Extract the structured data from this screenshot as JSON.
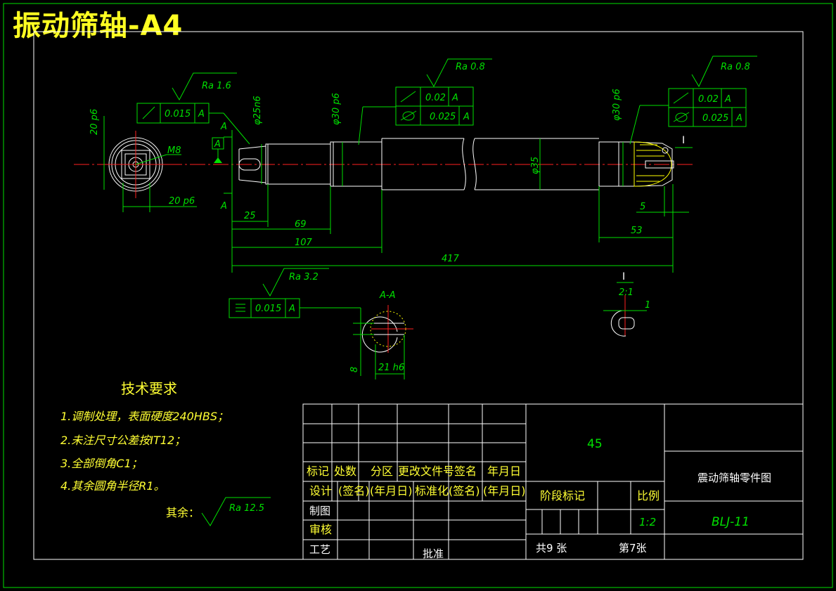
{
  "title": "振动筛轴-A4",
  "colors": {
    "background": "#000000",
    "lines": "#00e000",
    "outline": "#ffffff",
    "center": "#ff2020",
    "annotation": "#ffff00"
  },
  "roughness": {
    "r1": "Ra 1.6",
    "r2": "Ra 0.8",
    "r3": "Ra 0.8",
    "r4": "Ra 3.2",
    "rest": "Ra 12.5"
  },
  "tolerance_frames": {
    "left": {
      "value": "0.015",
      "datum": "A"
    },
    "mid_1": {
      "value": "0.02",
      "datum": "A"
    },
    "mid_2": {
      "value": "0.025",
      "datum": "A"
    },
    "right_1": {
      "value": "0.02",
      "datum": "A"
    },
    "right_2": {
      "value": "0.025",
      "datum": "A"
    },
    "keyway": {
      "value": "0.015",
      "datum": "A"
    }
  },
  "dims": {
    "d_20p6_v": "20 p6",
    "d_20p6_h": "20 p6",
    "m8": "M8",
    "phi25": "φ25n6",
    "phi30a": "φ30 p6",
    "phi35": "φ35",
    "phi30b": "φ30 p6",
    "l25": "25",
    "l69": "69",
    "l107": "107",
    "l417": "417",
    "l53": "53",
    "l5": "5",
    "l8": "8",
    "l21": "21 h6",
    "l1": "1"
  },
  "labels": {
    "datum": "A",
    "sec_a_top": "A",
    "sec_a_bot": "A",
    "section": "A-A",
    "detail_mark": "I",
    "detail_title": "I",
    "detail_scale": "2:1"
  },
  "tech": {
    "heading": "技术要求",
    "items": [
      "1.调制处理，表面硬度240HBS；",
      "2.未注尺寸公差按IT12；",
      "3.全部倒角C1；",
      "4.其余圆角半径R1。"
    ],
    "rest_label": "其余："
  },
  "title_block": {
    "material": "45",
    "drawing_name": "震动筛轴零件图",
    "drawing_no": "BLJ-11",
    "scale_label": "比例",
    "scale_value": "1:2",
    "stage_label": "阶段标记",
    "sheets_total": "共9 张",
    "sheet_no": "第7张",
    "row_headers": [
      "标记",
      "处数",
      "分区",
      "更改文件号",
      "签名",
      "年月日"
    ],
    "design_row": [
      "设计",
      "(签名)",
      "(年月日)",
      "标准化",
      "(签名)",
      "(年月日)"
    ],
    "drawn": "制图",
    "checked": "审核",
    "process": "工艺",
    "approved": "批准"
  }
}
